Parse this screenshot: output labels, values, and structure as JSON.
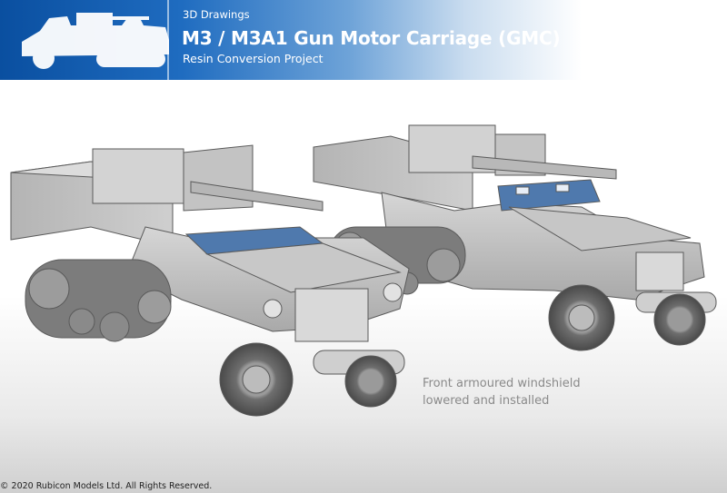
{
  "header": {
    "eyebrow": "3D Drawings",
    "title": "M3 / M3A1 Gun Motor Carriage (GMC)",
    "subtitle": "Resin Conversion Project",
    "logo_icon": "halftrack-silhouette-icon"
  },
  "annotation": {
    "line1": "Front armoured windshield",
    "line2": "lowered and installed"
  },
  "footer": {
    "copyright": "© 2020 Rubicon Models Ltd. All Rights Reserved."
  },
  "colors": {
    "banner_blue": "#0a4fa0",
    "model_grey": "#c8c8c8",
    "windshield_blue": "#4f79ad",
    "annotation_grey": "#8a8a8a"
  }
}
